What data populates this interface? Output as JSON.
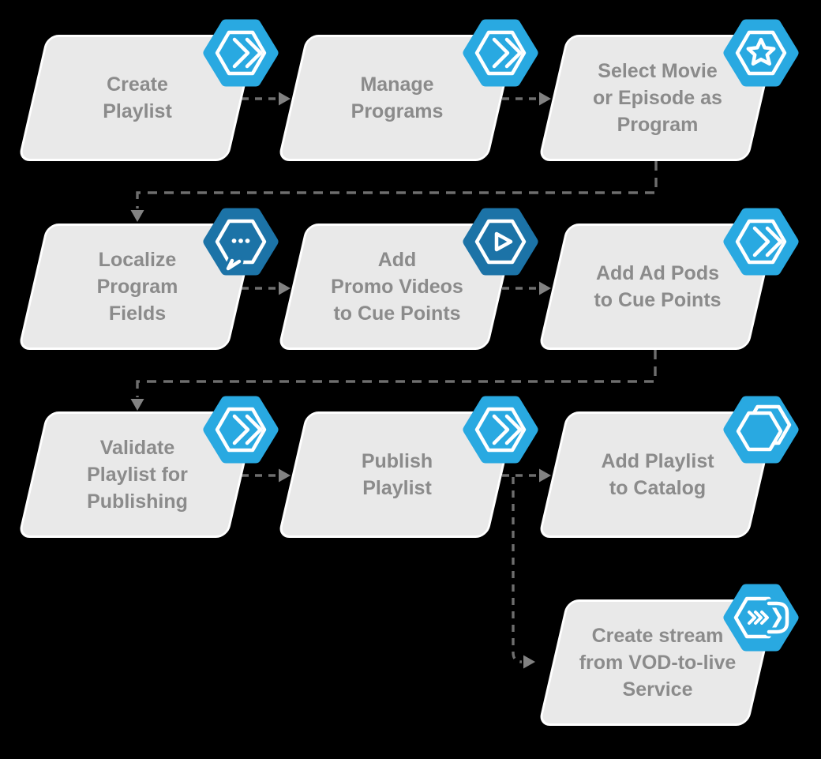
{
  "diagram": {
    "background_color": "#000000",
    "box_fill": "#e9e9e9",
    "box_border": "#ffffff",
    "text_color": "#8b8b8b",
    "badge_light_blue": "#29a9e1",
    "badge_dark_blue": "#1c73a7",
    "connector_color": "#6e6e6e",
    "arrowhead_color": "#828282"
  },
  "nodes": [
    {
      "name": "create-playlist",
      "lines": [
        "Create",
        "Playlist"
      ],
      "icon": "fast-forward-hexagon-icon",
      "badge": "light"
    },
    {
      "name": "manage-programs",
      "lines": [
        "Manage",
        "Programs"
      ],
      "icon": "fast-forward-hexagon-icon",
      "badge": "light"
    },
    {
      "name": "select-movie-or-episode-as-program",
      "lines": [
        "Select Movie",
        "or Episode as",
        "Program"
      ],
      "icon": "star-hexagon-icon",
      "badge": "light"
    },
    {
      "name": "localize-program-fields",
      "lines": [
        "Localize",
        "Program",
        "Fields"
      ],
      "icon": "chat-bubble-hexagon-icon",
      "badge": "dark"
    },
    {
      "name": "add-promo-videos-to-cue-points",
      "lines": [
        "Add",
        "Promo Videos",
        "to Cue Points"
      ],
      "icon": "play-hexagon-icon",
      "badge": "dark"
    },
    {
      "name": "add-ad-pods-to-cue-points",
      "lines": [
        "Add Ad Pods",
        "to Cue Points"
      ],
      "icon": "fast-forward-hexagon-icon",
      "badge": "light"
    },
    {
      "name": "validate-playlist-for-publishing",
      "lines": [
        "Validate",
        "Playlist for",
        "Publishing"
      ],
      "icon": "fast-forward-hexagon-icon",
      "badge": "light"
    },
    {
      "name": "publish-playlist",
      "lines": [
        "Publish",
        "Playlist"
      ],
      "icon": "fast-forward-hexagon-icon",
      "badge": "light"
    },
    {
      "name": "add-playlist-to-catalog",
      "lines": [
        "Add Playlist",
        "to Catalog"
      ],
      "icon": "catalog-stack-hexagon-icon",
      "badge": "light"
    },
    {
      "name": "create-stream-from-vod-to-live-service",
      "lines": [
        "Create stream",
        "from VOD-to-live",
        "Service"
      ],
      "icon": "vod-to-live-hexagon-icon",
      "badge": "light"
    }
  ],
  "connections": [
    {
      "from": "create-playlist",
      "to": "manage-programs"
    },
    {
      "from": "manage-programs",
      "to": "select-movie-or-episode-as-program"
    },
    {
      "from": "select-movie-or-episode-as-program",
      "to": "localize-program-fields"
    },
    {
      "from": "localize-program-fields",
      "to": "add-promo-videos-to-cue-points"
    },
    {
      "from": "add-promo-videos-to-cue-points",
      "to": "add-ad-pods-to-cue-points"
    },
    {
      "from": "add-ad-pods-to-cue-points",
      "to": "validate-playlist-for-publishing"
    },
    {
      "from": "validate-playlist-for-publishing",
      "to": "publish-playlist"
    },
    {
      "from": "publish-playlist",
      "to": "add-playlist-to-catalog"
    },
    {
      "from": "publish-playlist",
      "to": "create-stream-from-vod-to-live-service"
    }
  ]
}
